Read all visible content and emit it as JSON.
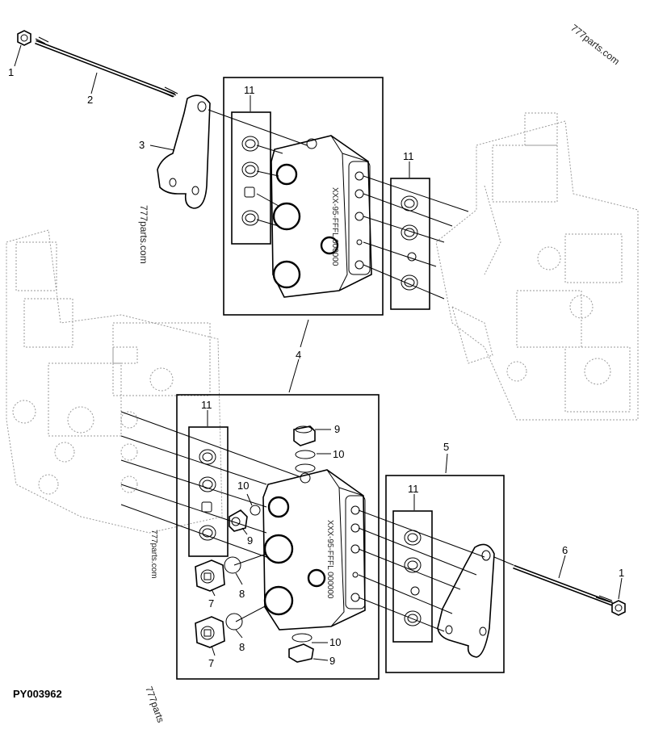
{
  "diagram": {
    "callouts": {
      "c1a": "1",
      "c2": "2",
      "c3": "3",
      "c4": "4",
      "c5": "5",
      "c6": "6",
      "c1b": "1",
      "c11a": "11",
      "c11b": "11",
      "c11c": "11",
      "c11d": "11",
      "c9a": "9",
      "c10a": "10",
      "c10b": "10",
      "c9b": "9",
      "c8a": "8",
      "c7a": "7",
      "c8b": "8",
      "c7b": "7",
      "c10c": "10",
      "c9c": "9"
    },
    "figure_code": "PY003962",
    "watermarks": {
      "w1": "777parts.com",
      "w2": "777parts.com",
      "w3": "777parts.com",
      "w4": "777parts"
    },
    "valve_marking": "XXX-95-FFFL 000000"
  }
}
